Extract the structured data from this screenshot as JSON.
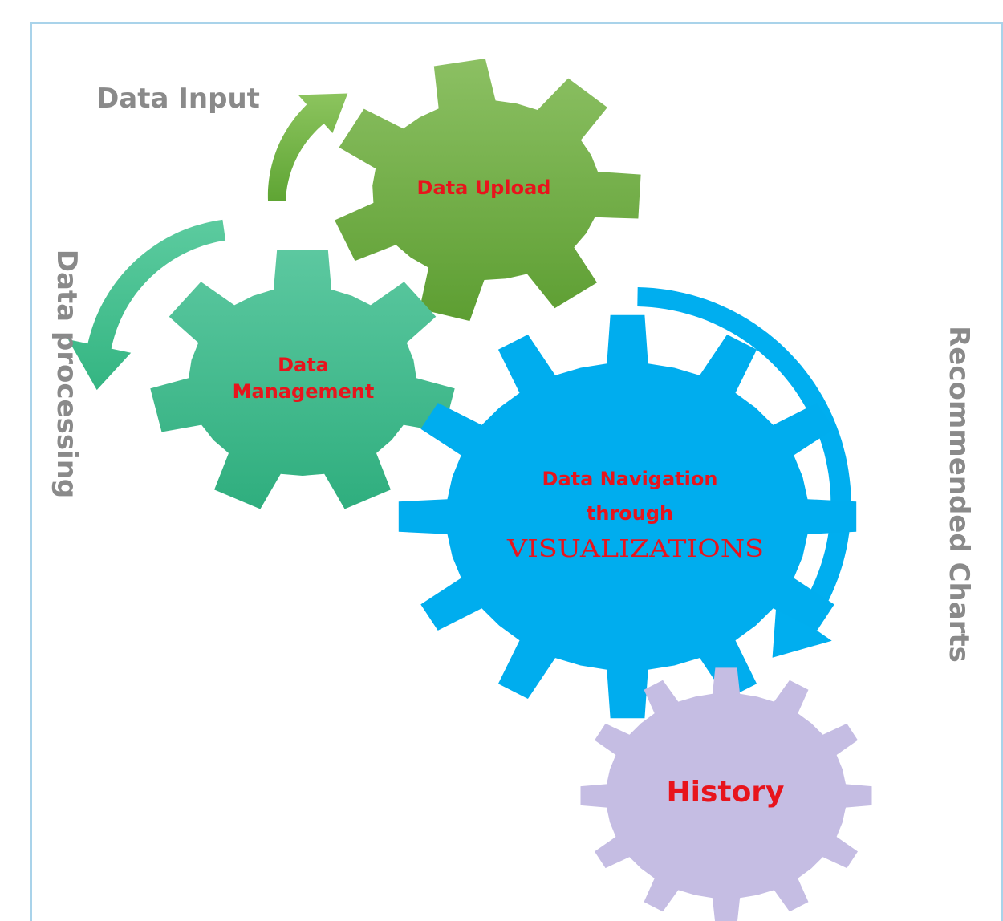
{
  "labels": {
    "data_input": "Data Input",
    "data_processing": "Data processing",
    "recommended_charts": "Recommended Charts"
  },
  "gears": {
    "upload": {
      "label": "Data Upload",
      "color": "#6aab3f"
    },
    "management": {
      "line1": "Data",
      "line2": "Management",
      "color": "#3dba8c"
    },
    "navigation": {
      "line1": "Data Navigation",
      "line2": "through",
      "line3": "VISUALIZATIONS",
      "color": "#00adee"
    },
    "history": {
      "label": "History",
      "color": "#c5bde3"
    }
  },
  "colors": {
    "arrow_green": "#72b244",
    "arrow_teal": "#45c197",
    "arrow_blue": "#00aeef",
    "label_text": "#8a8a8a",
    "gear_text": "#e8141c",
    "frame_border": "#a9d3ea"
  }
}
